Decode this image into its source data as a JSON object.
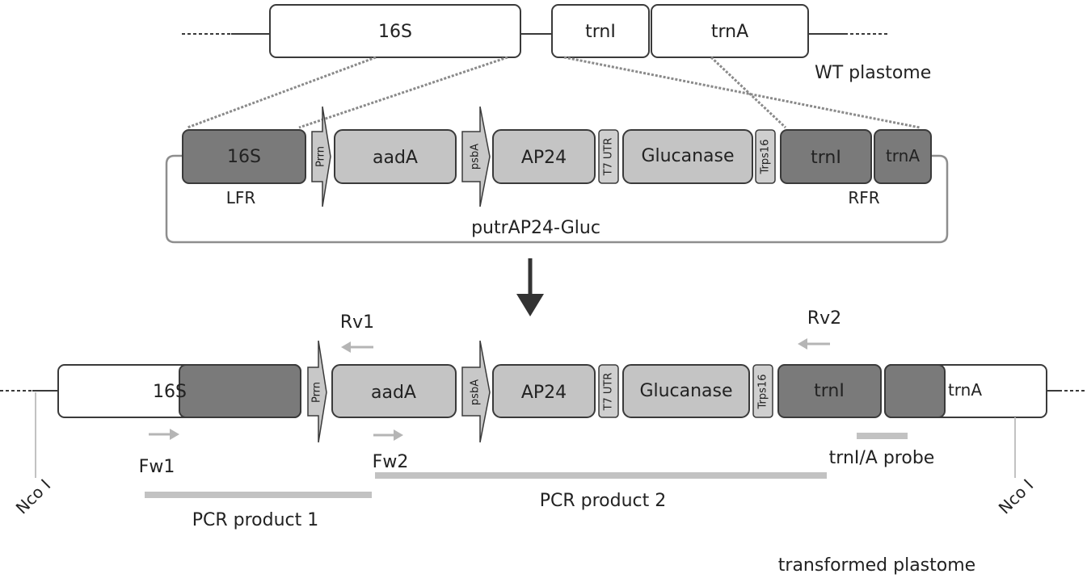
{
  "wt": {
    "label": "WT plastome",
    "genes": {
      "s16": "16S",
      "trni": "trnI",
      "trna": "trnA"
    }
  },
  "plasmid": {
    "name": "putrAP24-Gluc",
    "lfr": "LFR",
    "rfr": "RFR",
    "genes": {
      "s16": "16S",
      "prrn": "Prrn",
      "aada": "aadA",
      "psba": "psbA",
      "ap24": "AP24",
      "t7utr": "T7 UTR",
      "glucanase": "Glucanase",
      "trps16": "Trps16",
      "trni": "trnI",
      "trna": "trnA"
    }
  },
  "transformed": {
    "label": "transformed plastome",
    "genes": {
      "s16": "16S",
      "prrn": "Prrn",
      "aada": "aadA",
      "psba": "psbA",
      "ap24": "AP24",
      "t7utr": "T7 UTR",
      "glucanase": "Glucanase",
      "trps16": "Trps16",
      "trni": "trnI",
      "trna": "trnA"
    },
    "primers": {
      "rv1": "Rv1",
      "rv2": "Rv2",
      "fw1": "Fw1",
      "fw2": "Fw2"
    },
    "pcr1": "PCR product 1",
    "pcr2": "PCR product 2",
    "probe": "trnI/A probe",
    "nco_left": "Nco I",
    "nco_right": "Nco I"
  }
}
